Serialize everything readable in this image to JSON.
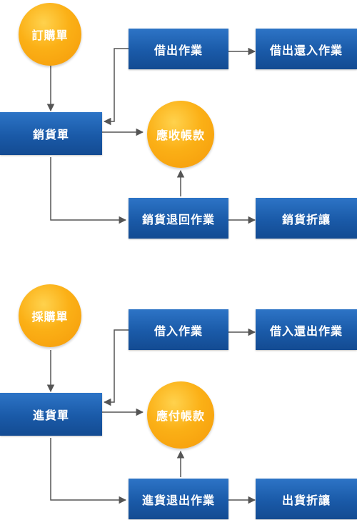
{
  "top": {
    "order_form": "訂購單",
    "sales_slip": "銷貨單",
    "borrow_out": "借出作業",
    "borrow_out_return": "借出還入作業",
    "receivables": "應收帳款",
    "sales_return": "銷貨退回作業",
    "sales_discount": "銷貨折讓"
  },
  "bottom": {
    "purchase_form": "採購單",
    "purchase_slip": "進貨單",
    "borrow_in": "借入作業",
    "borrow_in_return": "借入還出作業",
    "payables": "應付帳款",
    "purchase_return": "進貨退出作業",
    "purchase_discount": "出貨折讓"
  },
  "colors": {
    "box_blue": "#1a5aa8",
    "circle_orange": "#fbb016",
    "connector": "#555555"
  }
}
